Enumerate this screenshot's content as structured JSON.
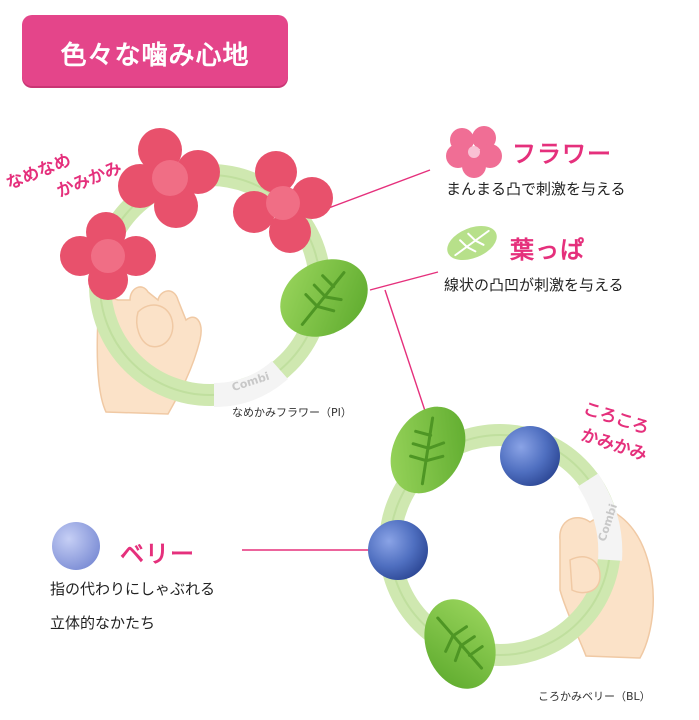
{
  "header": {
    "title": "色々な噛み心地"
  },
  "toy1": {
    "side_text_line1": "なめなめ",
    "side_text_line2": "かみかみ",
    "caption": "なめかみフラワー（PI）",
    "logo": "Combi"
  },
  "toy2": {
    "side_text_line1": "ころころ",
    "side_text_line2": "かみかみ",
    "caption": "ころかみベリー（BL）",
    "logo": "Combi"
  },
  "features": {
    "flower": {
      "title": "フラワー",
      "desc": "まんまる凸で刺激を与える",
      "icon": "flower-icon"
    },
    "leaf": {
      "title": "葉っぱ",
      "desc": "線状の凸凹が刺激を与える",
      "icon": "leaf-icon"
    },
    "berry": {
      "title": "ベリー",
      "desc_line1": "指の代わりにしゃぶれる",
      "desc_line2": "立体的なかたち",
      "icon": "berry-icon"
    }
  },
  "colors": {
    "accent": "#e4458a",
    "flower": "#e8516c",
    "leaf": "#7cc640",
    "ring": "#cfe8b0",
    "berry": "#4f6fc0"
  }
}
